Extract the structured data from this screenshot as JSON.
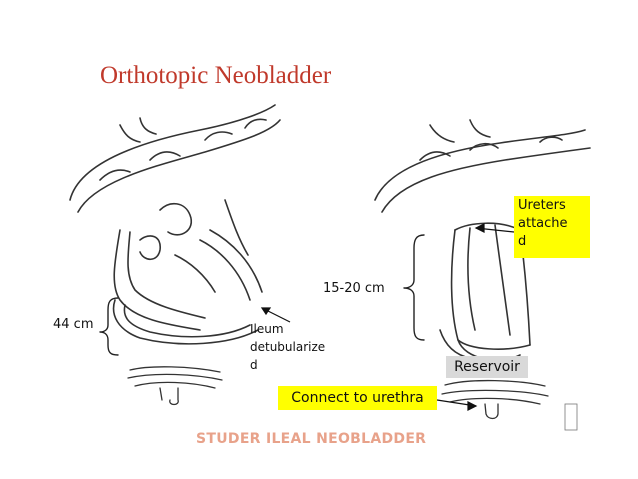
{
  "title": "Orthotopic Neobladder",
  "labels": {
    "left_length": "44 cm",
    "middle_length": "15-20 cm",
    "ileum_line1": "Ileum",
    "ileum_line2": "detubularize",
    "ileum_line3": "d",
    "ureters_line1": "Ureters",
    "ureters_line2": "attache",
    "ureters_line3": "d",
    "reservoir": "Reservoir",
    "connect": "Connect to urethra"
  },
  "footer": "STUDER ILEAL NEOBLADDER",
  "colors": {
    "title": "#c0392b",
    "highlight": "#ffff00",
    "reservoir_bg": "#d9d9d9",
    "footer": "#e8a28a"
  }
}
